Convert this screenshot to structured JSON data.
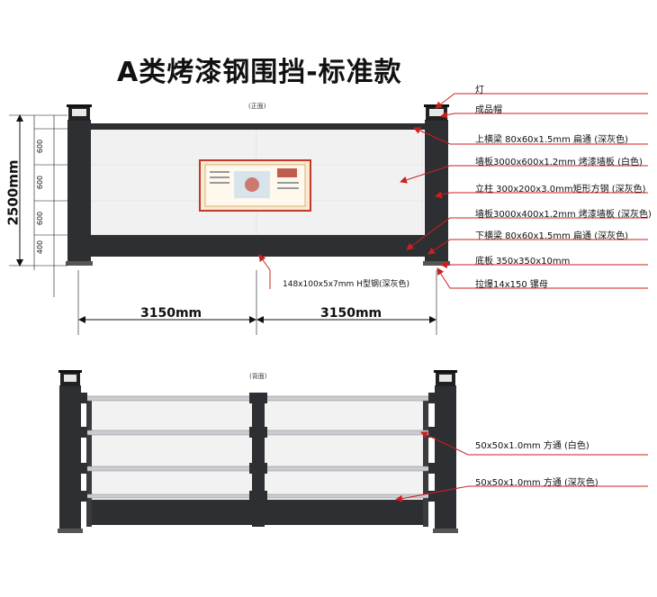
{
  "title": "A类烤漆钢围挡-标准款",
  "front_view": {
    "view_label": "(正面)",
    "height_label": "2500mm",
    "segment_labels": [
      "600",
      "600",
      "600",
      "400"
    ],
    "width_left": "3150mm",
    "width_right": "3150mm",
    "callouts": [
      "灯",
      "成品帽",
      "上横梁 80x60x1.5mm 扁通 (深灰色)",
      "墙板3000x600x1.2mm 烤漆墙板 (白色)",
      "立柱 300x200x3.0mm矩形方钢 (深灰色)",
      "墙板3000x400x1.2mm 烤漆墙板 (深灰色)",
      "下横梁 80x60x1.5mm 扁通 (深灰色)",
      "底板 350x350x10mm",
      "拉爆14x150 镙母"
    ],
    "h_beam_label": "148x100x5x7mm H型钢(深灰色)"
  },
  "back_view": {
    "view_label": "(背面)",
    "callouts": [
      "50x50x1.0mm 方通 (白色)",
      "50x50x1.0mm 方通 (深灰色)"
    ]
  },
  "colors": {
    "post": "#2e2f33",
    "panel_white": "#f2f2f2",
    "callout_line": "#cc1f1f"
  }
}
